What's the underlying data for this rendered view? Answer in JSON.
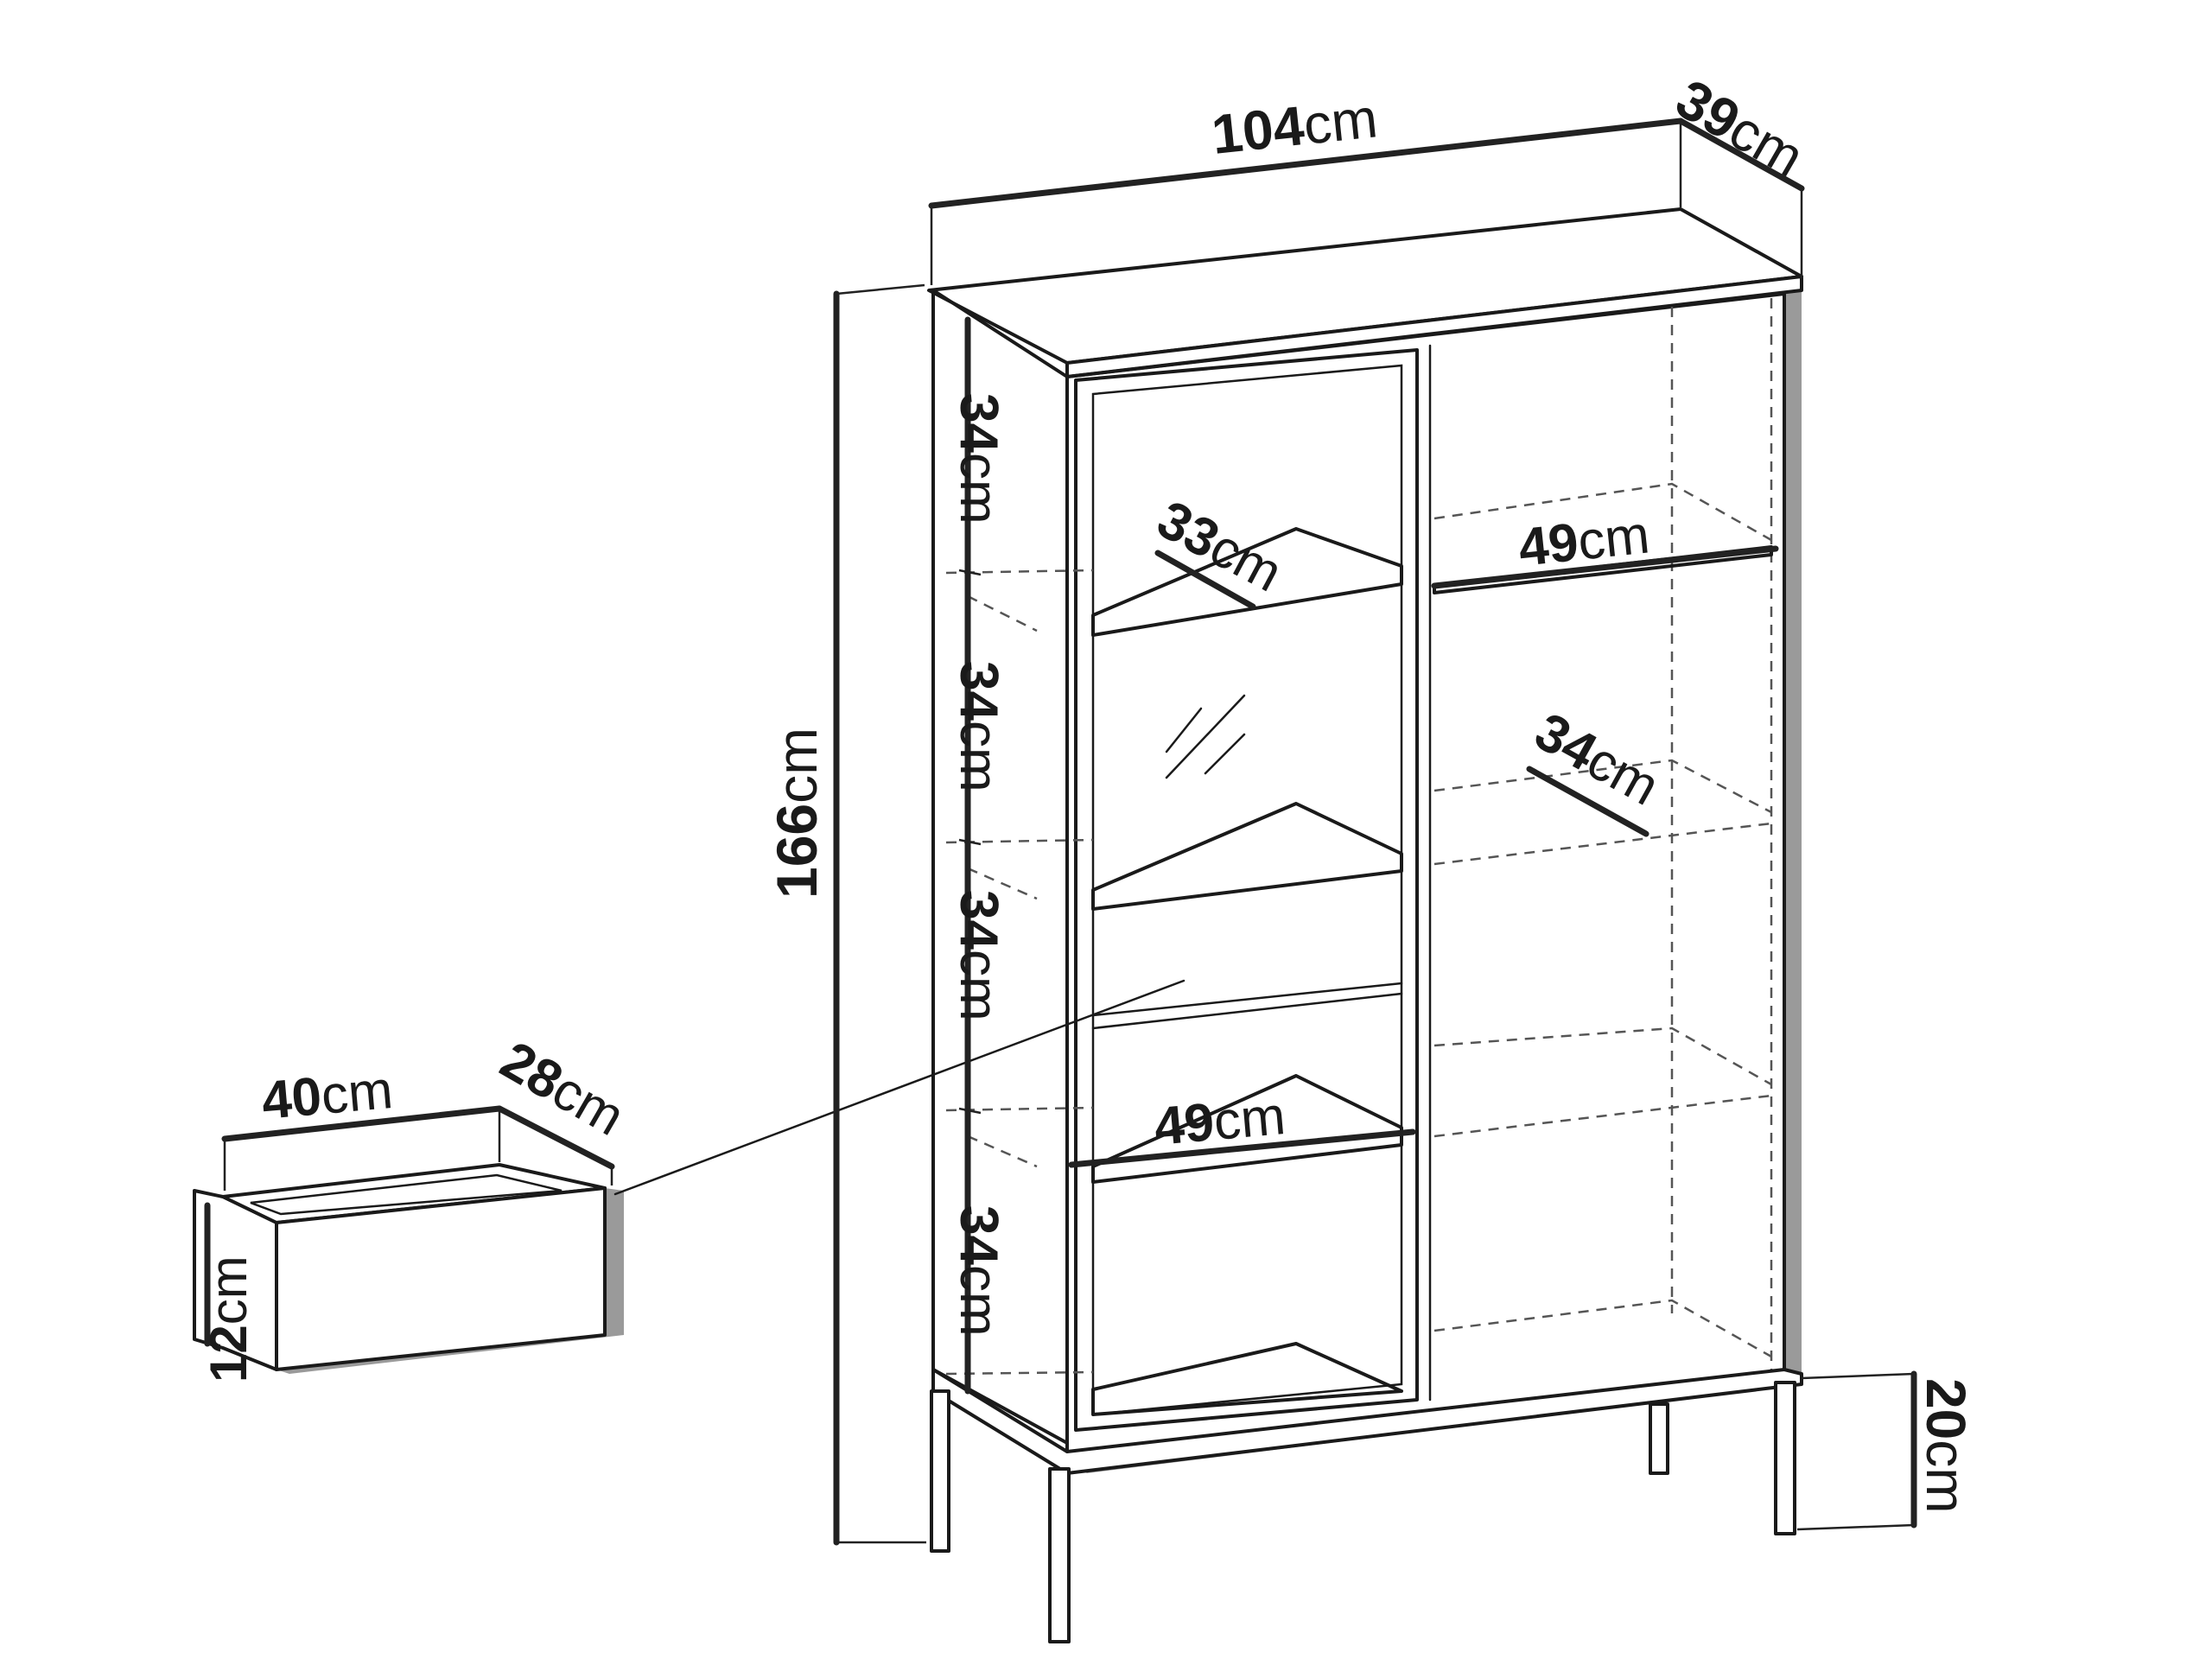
{
  "unit": "cm",
  "cabinet": {
    "width": "104",
    "depth": "39",
    "height": "166",
    "leg_height": "20",
    "left_shelf_spacing": [
      "34",
      "34",
      "34",
      "34"
    ],
    "glass_shelf_depth": "33",
    "glass_shelf_width": "49",
    "right_shelf_width": "49",
    "right_shelf_depth": "34"
  },
  "drawer": {
    "width": "40",
    "depth": "28",
    "height": "12"
  }
}
